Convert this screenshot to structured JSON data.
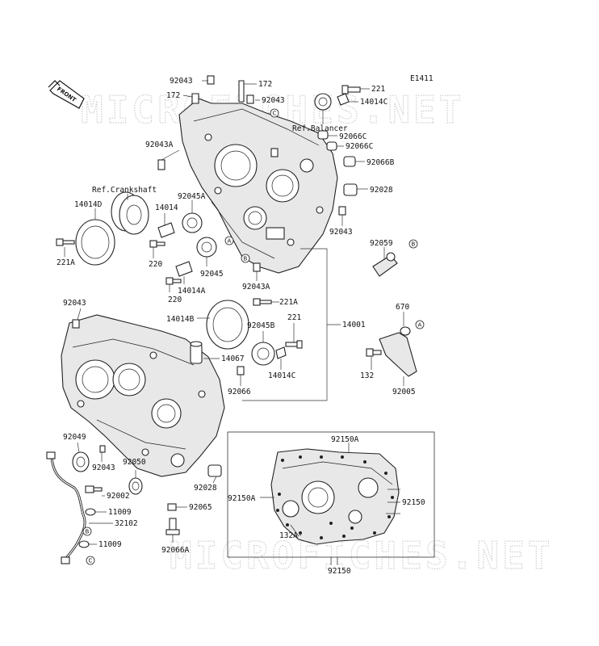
{
  "diagram": {
    "code": "E1411",
    "front_label": "FRONT",
    "watermark": "MICROFICHES.NET",
    "references": {
      "balancer": "Ref.Balancer",
      "crankshaft": "Ref.Crankshaft"
    },
    "callout_markers": [
      "A",
      "B",
      "C"
    ],
    "part_numbers": {
      "p92043_top": "92043",
      "p172_left": "172",
      "p172_right": "172",
      "p92043_mid": "92043",
      "p221_top": "221",
      "p14014C_top": "14014C",
      "p92066C_1": "92066C",
      "p92066C_2": "92066C",
      "p92066B": "92066B",
      "p92043A_top": "92043A",
      "p92028_top": "92028",
      "p92043_right": "92043",
      "p14014D": "14014D",
      "p14014": "14014",
      "p92045A": "92045A",
      "p221A_left": "221A",
      "p220_a": "220",
      "p92045": "92045",
      "p220_b": "220",
      "p14014A": "14014A",
      "p92043A_mid": "92043A",
      "p92059": "92059",
      "p92043_lower": "92043",
      "p221A_mid": "221A",
      "p14014B": "14014B",
      "p92045B": "92045B",
      "p221_mid": "221",
      "p14001": "14001",
      "p670": "670",
      "p14067": "14067",
      "p14014C_mid": "14014C",
      "p132": "132",
      "p92066": "92066",
      "p92005": "92005",
      "p92049": "92049",
      "p92043_low2": "92043",
      "p92050": "92050",
      "p92002": "92002",
      "p11009_a": "11009",
      "p32102": "32102",
      "p11009_b": "11009",
      "p92028_low": "92028",
      "p92065": "92065",
      "p92066A": "92066A",
      "p92150A_top": "92150A",
      "p92150A_left": "92150A",
      "p92150_right": "92150",
      "p132A": "132A",
      "p92150_bottom": "92150"
    }
  }
}
